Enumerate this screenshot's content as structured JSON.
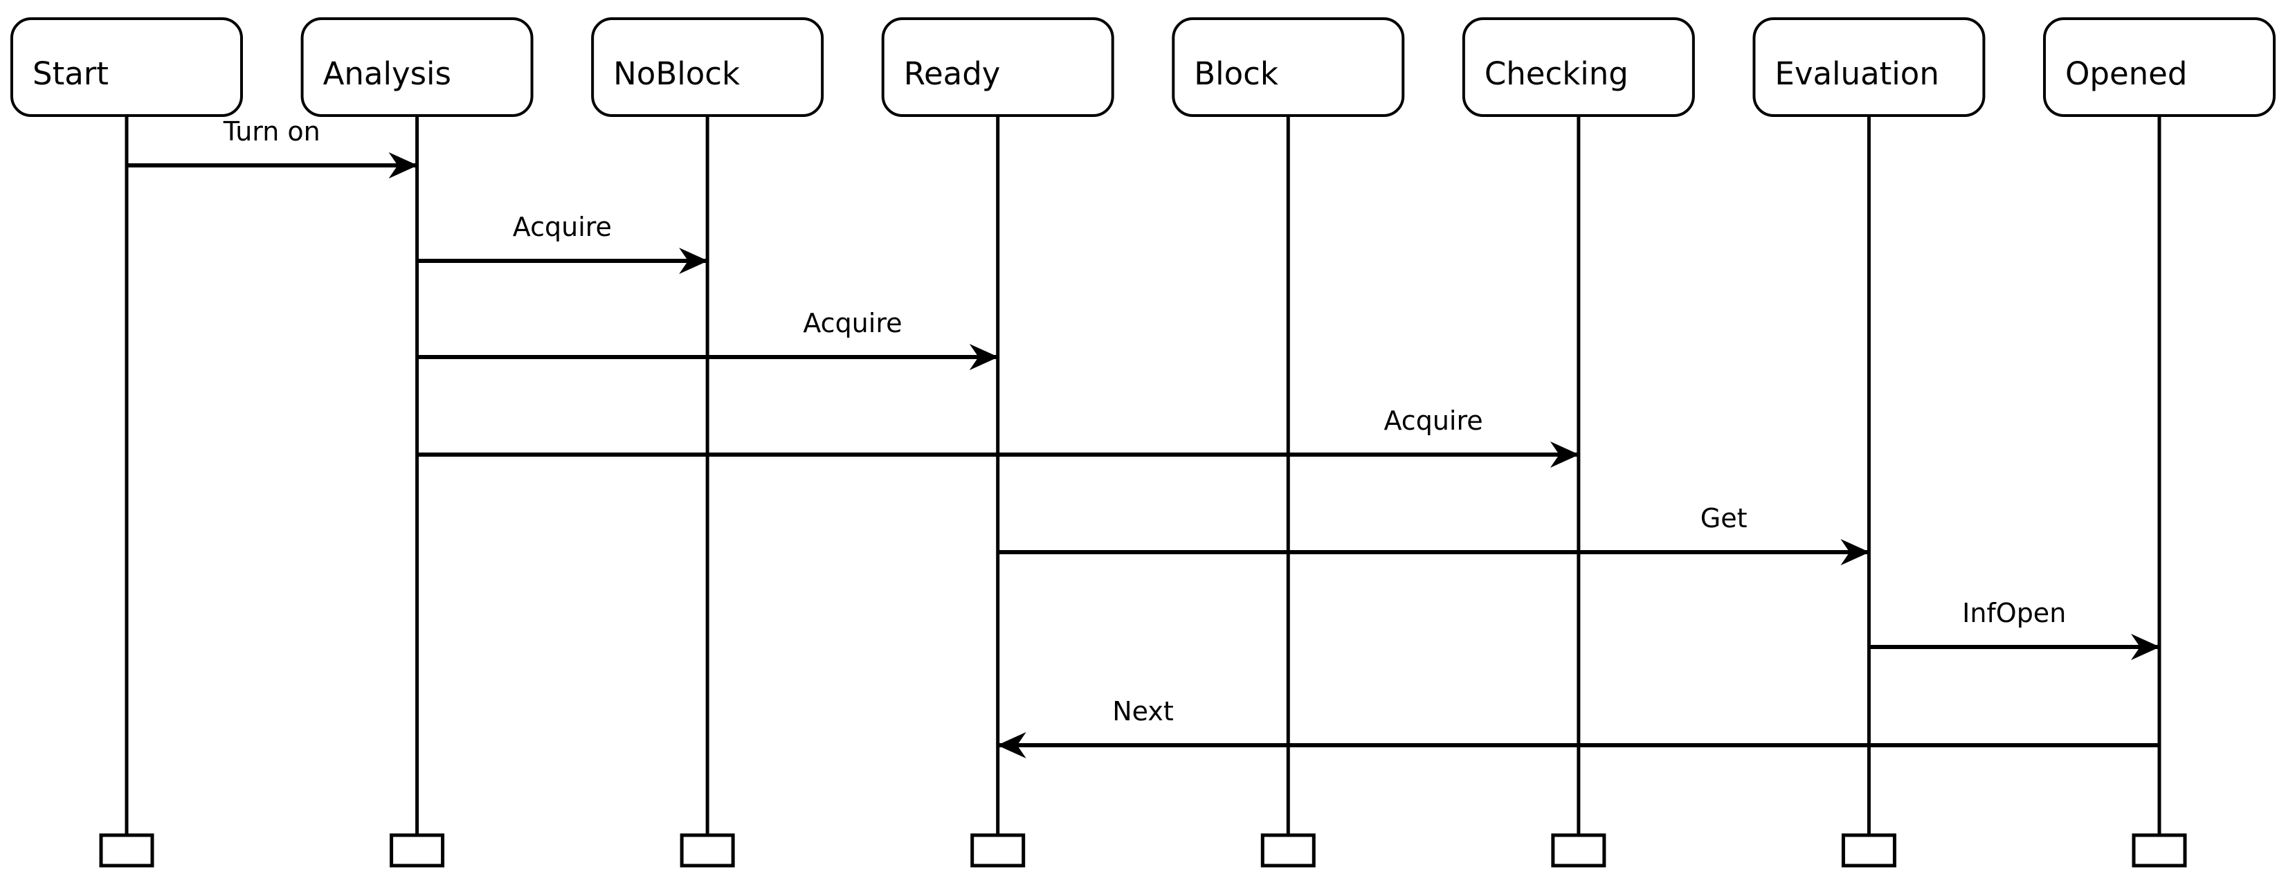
{
  "diagram": {
    "type": "sequence-diagram",
    "actors": [
      {
        "id": "start",
        "label": "Start"
      },
      {
        "id": "analysis",
        "label": "Analysis"
      },
      {
        "id": "noblock",
        "label": "NoBlock"
      },
      {
        "id": "ready",
        "label": "Ready"
      },
      {
        "id": "block",
        "label": "Block"
      },
      {
        "id": "checking",
        "label": "Checking"
      },
      {
        "id": "evaluation",
        "label": "Evaluation"
      },
      {
        "id": "opened",
        "label": "Opened"
      }
    ],
    "messages": [
      {
        "label": "Turn on",
        "from": "start",
        "to": "analysis"
      },
      {
        "label": "Acquire",
        "from": "analysis",
        "to": "noblock"
      },
      {
        "label": "Acquire",
        "from": "analysis",
        "to": "ready"
      },
      {
        "label": "Acquire",
        "from": "analysis",
        "to": "checking"
      },
      {
        "label": "Get",
        "from": "ready",
        "to": "evaluation"
      },
      {
        "label": "InfOpen",
        "from": "evaluation",
        "to": "opened"
      },
      {
        "label": "Next",
        "from": "opened",
        "to": "ready"
      }
    ],
    "colors": {
      "stroke": "#000000",
      "fill": "#ffffff",
      "background": "#ffffff"
    }
  }
}
